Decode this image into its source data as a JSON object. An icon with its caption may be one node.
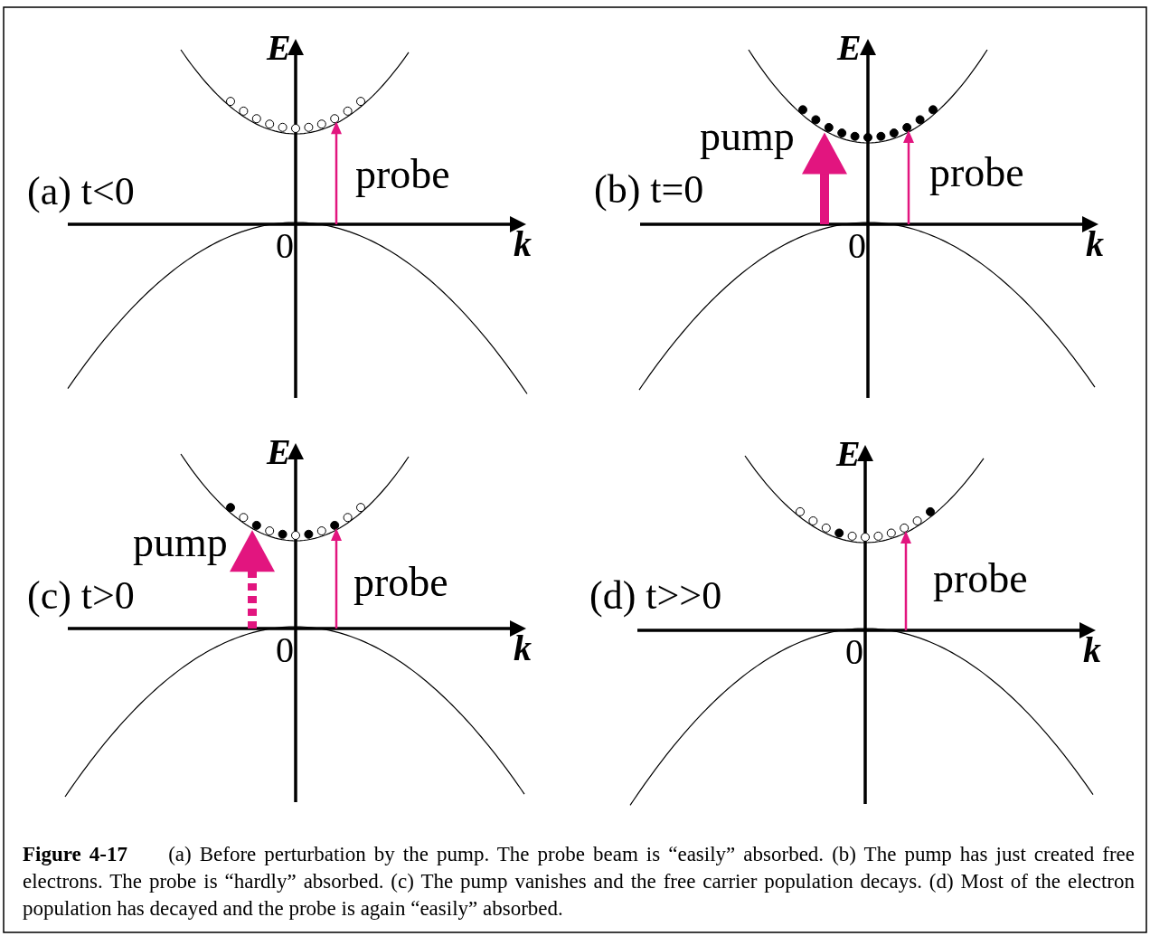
{
  "diagram": {
    "caption": "**Figure 4-17**     (a) Before perturbation by the pump. The probe beam is “easily” absorbed. (b) The pump has just created free electrons. The probe is “hardly” absorbed. (c) The pump vanishes and the free carrier population decays. (d) Most of the electron population has decayed and the probe is again “easily” absorbed.",
    "labels": [
      "E",
      "probe",
      "(a) t<0",
      "0",
      "k",
      "E",
      "pump",
      "probe",
      "(b) t=0",
      "0",
      "k",
      "E",
      "pump",
      "(c) t>0",
      "probe",
      "0",
      "k",
      "E",
      "probe",
      "(d) t>>0",
      "0",
      "k"
    ]
  }
}
